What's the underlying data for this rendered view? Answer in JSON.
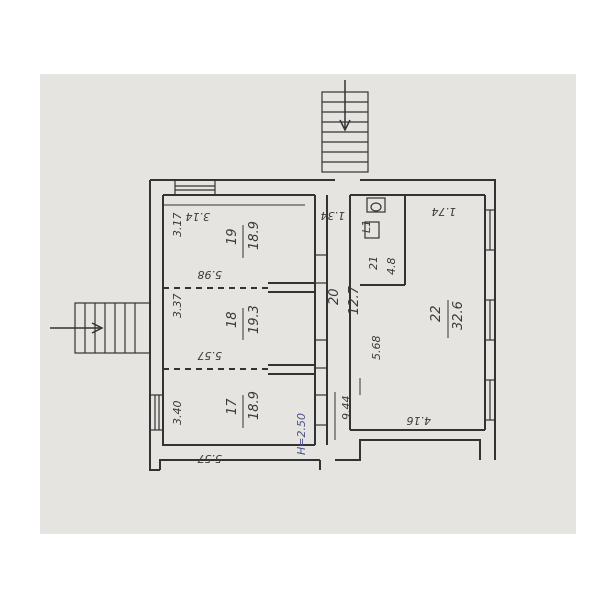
{
  "rooms": [
    {
      "number": "19",
      "area": "18.9"
    },
    {
      "number": "18",
      "area": "19.3"
    },
    {
      "number": "17",
      "area": "18.9"
    },
    {
      "number": "20",
      "area": "12.7"
    },
    {
      "number": "21",
      "area": "4.8"
    },
    {
      "number": "22",
      "area": "32.6"
    }
  ],
  "dimensions": {
    "d_3_17": "3.17",
    "d_3_14": "3.14",
    "d_5_98": "5.98",
    "d_3_37": "3.37",
    "d_5_57a": "5.57",
    "d_3_40": "3.40",
    "d_5_57b": "5.57",
    "d_1_34": "1.34",
    "d_5_68": "5.68",
    "d_9_44": "9.44",
    "d_1_74": "1.74",
    "d_4_16": "4.16"
  },
  "height_note": "H=2.50",
  "fixture_label": "L1",
  "colors": {
    "paper": "#e6e4e0",
    "ink": "#3a3a3a",
    "blue_ink": "#4a4f8a"
  }
}
